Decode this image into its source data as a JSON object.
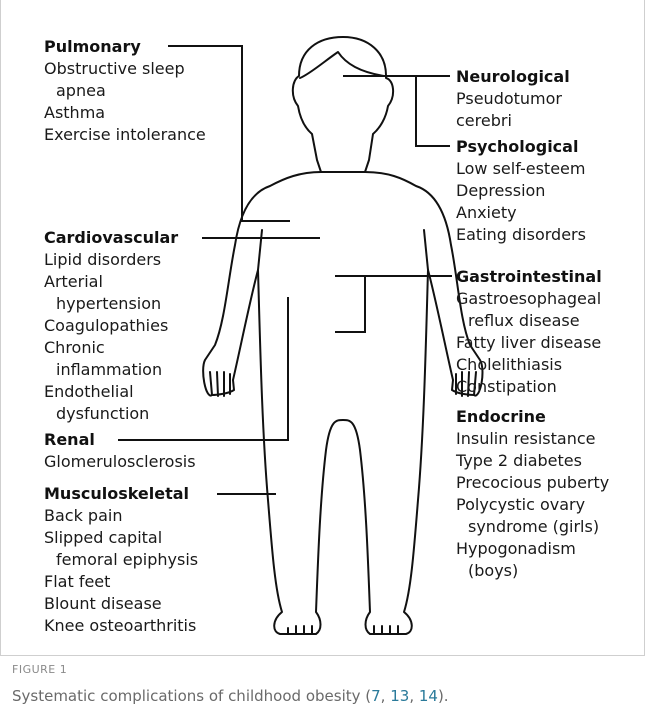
{
  "groups": {
    "pulmonary": {
      "title": "Pulmonary",
      "items": [
        "Obstructive sleep",
        "apnea",
        "Asthma",
        "Exercise intolerance"
      ]
    },
    "cardiovascular": {
      "title": "Cardiovascular",
      "items": [
        "Lipid disorders",
        "Arterial",
        "hypertension",
        "Coagulopathies",
        "Chronic",
        "inflammation",
        "Endothelial",
        "dysfunction"
      ]
    },
    "renal": {
      "title": "Renal",
      "items": [
        "Glomerulosclerosis"
      ]
    },
    "musculoskeletal": {
      "title": "Musculoskeletal",
      "items": [
        "Back pain",
        "Slipped capital",
        "femoral epiphysis",
        "Flat feet",
        "Blount disease",
        "Knee osteoarthritis"
      ]
    },
    "neurological": {
      "title": "Neurological",
      "items": [
        "Pseudotumor",
        "cerebri"
      ]
    },
    "psychological": {
      "title": "Psychological",
      "items": [
        "Low self-esteem",
        "Depression",
        "Anxiety",
        "Eating disorders"
      ]
    },
    "gastrointestinal": {
      "title": "Gastrointestinal",
      "items": [
        "Gastroesophageal",
        "reflux disease",
        "Fatty liver disease",
        "Cholelithiasis",
        "Constipation"
      ]
    },
    "endocrine": {
      "title": "Endocrine",
      "items": [
        "Insulin resistance",
        "Type 2 diabetes",
        "Precocious puberty",
        "Polycystic ovary",
        "syndrome (girls)",
        "Hypogonadism",
        "(boys)"
      ]
    }
  },
  "caption": {
    "label": "FIGURE 1",
    "text_start": "Systematic complications of childhood obesity (",
    "ref1": "7",
    "sep1": ", ",
    "ref2": "13",
    "sep2": ", ",
    "ref3": "14",
    "text_end": ")."
  },
  "colors": {
    "line": "#111111",
    "caption": "#6a6a6a",
    "reference": "#2a7a9a"
  }
}
